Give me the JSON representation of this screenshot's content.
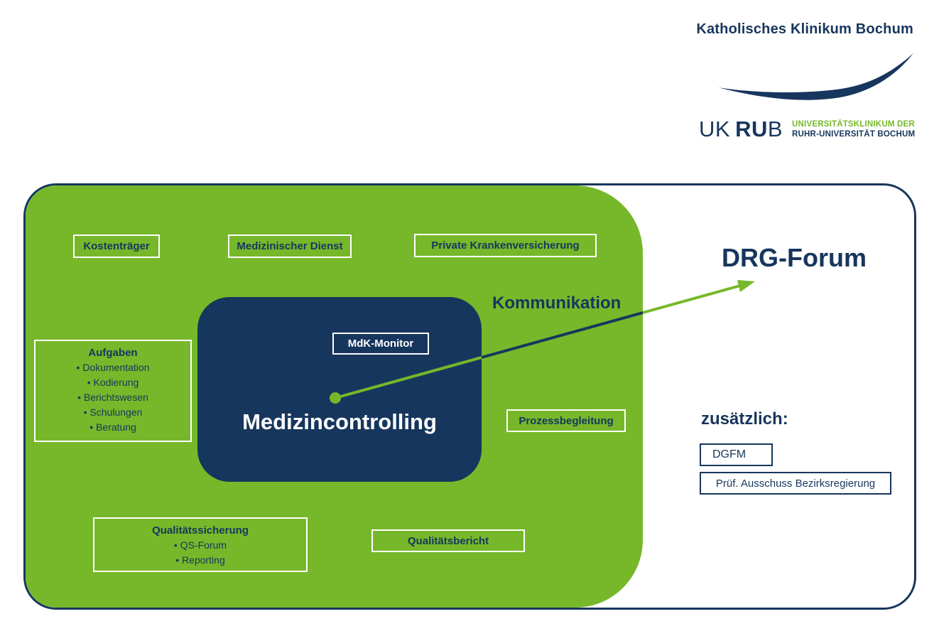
{
  "colors": {
    "green": "#76b82a",
    "navy": "#17365d",
    "white": "#ffffff"
  },
  "logo": {
    "title": "Katholisches Klinikum Bochum",
    "uk": "UK",
    "ru": "RU",
    "b": "B",
    "line1": "UNIVERSITÄTSKLINIKUM DER",
    "line2": "RUHR-UNIVERSITÄT BOCHUM"
  },
  "diagram": {
    "top_boxes": [
      "Kostenträger",
      "Medizinischer Dienst",
      "Private Krankenversicherung"
    ],
    "aufgaben": {
      "title": "Aufgaben",
      "items": [
        "• Dokumentation",
        "• Kodierung",
        "• Berichtswesen",
        "• Schulungen",
        "• Beratung"
      ]
    },
    "center": {
      "badge": "MdK-Monitor",
      "title": "Medizincontrolling"
    },
    "kommunikation": "Kommunikation",
    "prozessbegleitung": "Prozessbegleitung",
    "qualitaetssicherung": {
      "title": "Qualitätssicherung",
      "items": [
        "• QS-Forum",
        "• Reporting"
      ]
    },
    "qualitaetsbericht": "Qualitätsbericht",
    "right": {
      "drg_forum": "DRG-Forum",
      "zusaetzlich": "zusätzlich:",
      "boxes": [
        "DGFM",
        "Prüf. Ausschuss Bezirksregierung"
      ]
    }
  }
}
